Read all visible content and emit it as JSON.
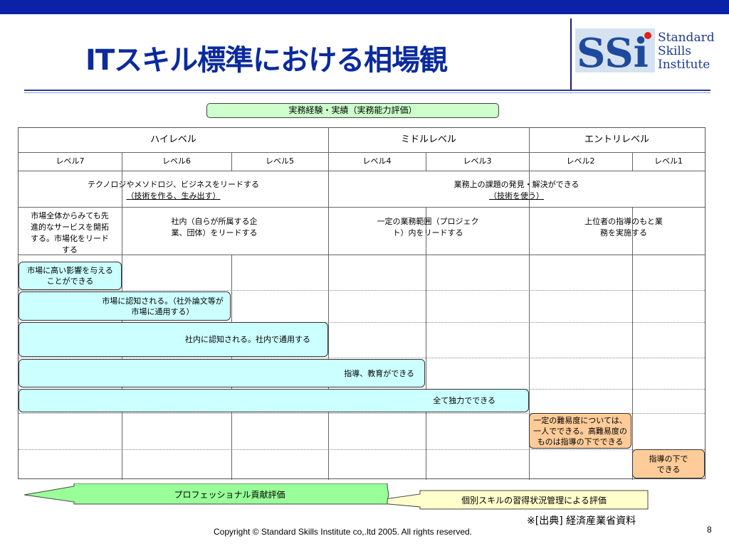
{
  "title": "ITスキル標準における相場観",
  "logo": {
    "mark": "SSi",
    "lines": [
      "Standard",
      "Skills",
      "Institute"
    ]
  },
  "experience_label": "実務経験・実績（実務能力評価）",
  "groups": [
    "ハイレベル",
    "ミドルレベル",
    "エントリレベル"
  ],
  "levels": [
    "レベル7",
    "レベル6",
    "レベル5",
    "レベル4",
    "レベル3",
    "レベル2",
    "レベル1"
  ],
  "leads": {
    "high_line1": "テクノロジやメソドロジ、ビジネスをリードする",
    "high_line2": "（技術を作る、生み出す）",
    "entry_line1": "業務上の課題の発見・解決ができる",
    "entry_line2": "（技術を使う）"
  },
  "descriptions": {
    "l7": "市場全体からみても先進的なサービスを開拓する。市場化をリードする",
    "l6_5": "社内（自らが所属する企業、団体）をリードする",
    "l4_3": "一定の業務範囲（プロジェクト）内をリードする",
    "l2_1": "上位者の指導のもと業務を実施する"
  },
  "achievements": [
    "市場に高い影響を与えることができる",
    "市場に認知される。（社外論文等が市場に通用する）",
    "社内に認知される。社内で通用する",
    "指導、教育ができる",
    "全て独力でできる",
    "一定の難易度については、一人でできる。高難易度のものは指導の下でできる",
    "指導の下でできる"
  ],
  "arrows": {
    "professional": "プロフェッショナル貢献評価",
    "individual": "個別スキルの習得状況管理による評価"
  },
  "source": "※[出典]  経済産業省資料",
  "copyright": "Copyright © Standard Skills Institute co,.ltd 2005. All rights reserved.",
  "page_number": "8",
  "colors": {
    "brand_blue": "#0a22a8",
    "title_blue": "#0a2a9e",
    "green_box": "#ccffcc",
    "cyan_box": "#ccffff",
    "orange_box": "#ffcc99",
    "yellow_arrow": "#ffffcc",
    "green_arrow": "#99ff99"
  }
}
